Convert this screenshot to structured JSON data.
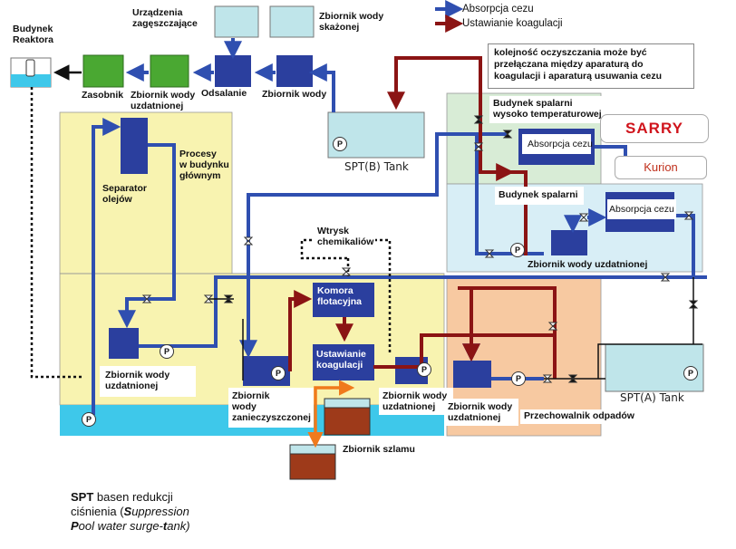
{
  "legend": {
    "cesium": "Absorpcja cezu",
    "coagulation": "Ustawianie koagulacji"
  },
  "labels": {
    "reactor": "Budynek\nReaktora",
    "thickening": "Urządzenia\nzagęszczające",
    "contaminated": "Zbiornik wody\nskażonej",
    "storage": "Zasobnik",
    "treated_top": "Zbiornik wody\nuzdatnionej",
    "desalination": "Odsalanie",
    "water_tank": "Zbiornik wody",
    "processes": "Procesy\nw budynku\ngłównym",
    "oil_separator": "Separator\nolejów",
    "chem_injection": "Wtrysk\nchemikaliów",
    "flotation": "Komora\nflotacyjna",
    "coagulation_unit": "Ustawianie\nkoagulacji",
    "treated_left": "Zbiornik wody\nuzdatnionej",
    "uncleaned": "Zbiornik\nwody\nzanieczyszczonej",
    "treated_mid": "Zbiornik wody\nuzdatnionej",
    "treated_right": "Zbiornik wody\nuzdatnionej",
    "treated_incin": "Zbiornik wody uzdatnionej",
    "sludge": "Zbiornik szlamu",
    "waste_storage": "Przechowalnik odpadów",
    "ht_incinerator": "Budynek spalarni\nwysoko temperaturowej",
    "cesium_1": "Absorpcja cezu",
    "incinerator": "Budynek spalarni",
    "cesium_2": "Absorpcja cezu"
  },
  "tanks": {
    "spt_b": "SPT(B) Tank",
    "spt_a": "SPT(A) Tank"
  },
  "pump_letter": "P",
  "callout": "kolejność oczyszczania może być\nprzełączana między aparaturą  do\nkoagulacji i aparaturą usuwania cezu",
  "vendors": {
    "sarry": "SARRY",
    "kurion": "Kurion"
  },
  "note": {
    "title": "SPT",
    "line1_rest": " basen redukcji",
    "line2_a": "ciśnienia (",
    "s": "S",
    "uppression": "uppression",
    "p": "P",
    "ool_water_surge": "ool water surge-",
    "t": "t",
    "ank": "ank)"
  },
  "colors": {
    "blue_pipe": "#2f4fb0",
    "red_pipe": "#8b1414",
    "unit_blue": "#2b3f9e",
    "green": "#4aa832",
    "yellow_zone": "#f8f3b0",
    "cyan_water": "#3ec8ea",
    "orange_zone": "#f7c9a1",
    "light_cyan_zone": "#d8eef6",
    "light_green_zone": "#d8ecd6",
    "sludge_brown": "#9e3a1a",
    "orange_pipe": "#f07a1c"
  }
}
